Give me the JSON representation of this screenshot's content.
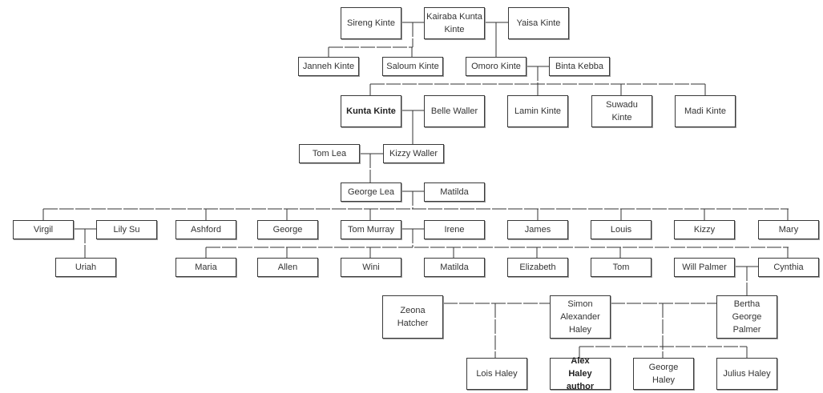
{
  "people": {
    "sireng_kinte": "Sireng Kinte",
    "kairaba_kunta_kinte": "Kairaba Kunta Kinte",
    "yaisa_kinte": "Yaisa Kinte",
    "janneh_kinte": "Janneh Kinte",
    "saloum_kinte": "Saloum Kinte",
    "omoro_kinte": "Omoro Kinte",
    "binta_kebba": "Binta Kebba",
    "kunta_kinte": "Kunta Kinte",
    "belle_waller": "Belle Waller",
    "lamin_kinte": "Lamin Kinte",
    "suwadu_kinte": "Suwadu Kinte",
    "madi_kinte": "Madi Kinte",
    "tom_lea": "Tom Lea",
    "kizzy_waller": "Kizzy Waller",
    "george_lea": "George Lea",
    "matilda_spouse": "Matilda",
    "virgil": "Virgil",
    "lily_su": "Lily Su",
    "ashford": "Ashford",
    "george": "George",
    "tom_murray": "Tom Murray",
    "irene": "Irene",
    "james": "James",
    "louis": "Louis",
    "kizzy": "Kizzy",
    "mary": "Mary",
    "uriah": "Uriah",
    "maria": "Maria",
    "allen": "Allen",
    "wini": "Wini",
    "matilda_child": "Matilda",
    "elizabeth": "Elizabeth",
    "tom": "Tom",
    "will_palmer": "Will Palmer",
    "cynthia": "Cynthia",
    "zeona_hatcher": "Zeona Hatcher",
    "simon_alexander_haley": "Simon Alexander Haley",
    "bertha_george_palmer": "Bertha George Palmer",
    "lois_haley": "Lois Haley",
    "alex_haley_author": "Alex Haley author",
    "george_haley": "George Haley",
    "julius_haley": "Julius Haley"
  },
  "highlighted": [
    "kunta_kinte",
    "alex_haley_author"
  ],
  "colors": {
    "line": "#333333",
    "border": "#3a3a3a",
    "text": "#333333",
    "background": "#ffffff"
  }
}
